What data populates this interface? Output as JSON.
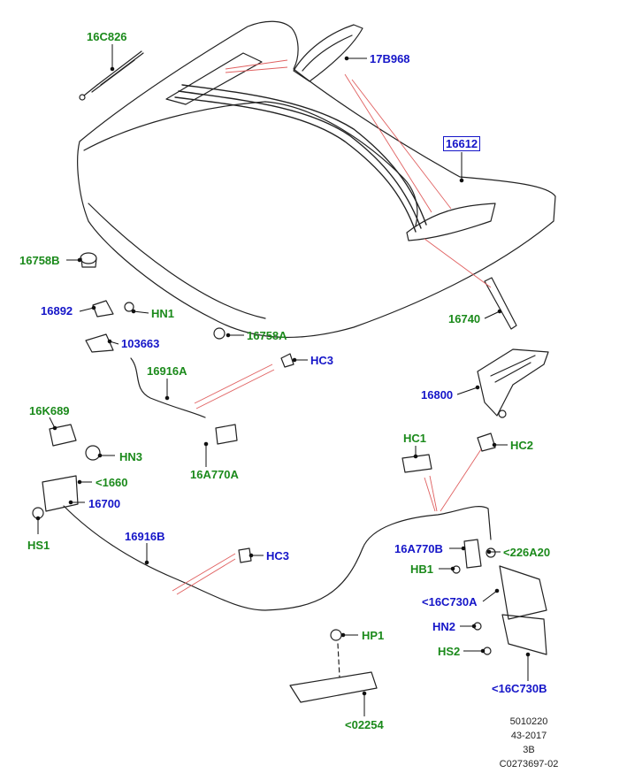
{
  "diagram": {
    "callouts": {
      "c16C826": "16C826",
      "c17B968": "17B968",
      "c16612": "16612",
      "c16758B": "16758B",
      "c16892": "16892",
      "cHN1": "HN1",
      "c103663": "103663",
      "c16758A": "16758A",
      "c16916A": "16916A",
      "cHC3a": "HC3",
      "c16740": "16740",
      "c16800": "16800",
      "c16K689": "16K689",
      "cHN3": "HN3",
      "c16A770A": "16A770A",
      "c1660": "<1660",
      "c16700": "16700",
      "cHS1": "HS1",
      "c16916B": "16916B",
      "cHC3b": "HC3",
      "cHC1": "HC1",
      "cHC2": "HC2",
      "c16A770B": "16A770B",
      "c226A20": "<226A20",
      "cHB1": "HB1",
      "c16C730A": "<16C730A",
      "cHN2": "HN2",
      "cHS2": "HS2",
      "c16C730B": "<16C730B",
      "cHP1": "HP1",
      "c02254": "<02254"
    },
    "reference": {
      "line1": "5010220",
      "line2": "43-2017",
      "line3": "3B",
      "line4": "C0273697-02"
    }
  }
}
